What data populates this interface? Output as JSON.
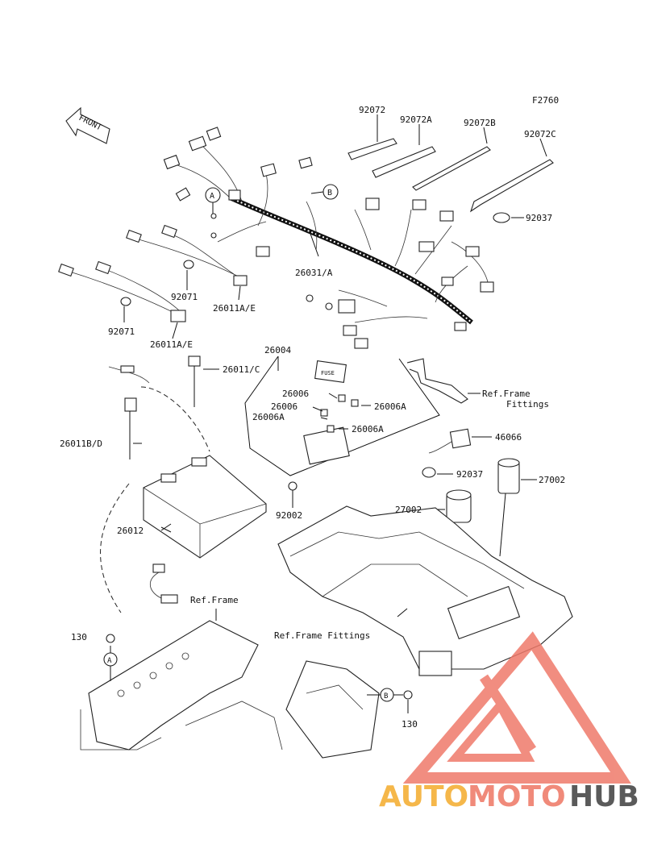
{
  "diagram": {
    "code": "F2760",
    "front_label": "FRONT",
    "part_labels": {
      "p92072": "92072",
      "p92072A": "92072A",
      "p92072B": "92072B",
      "p92072C": "92072C",
      "p92037_top": "92037",
      "p26031A": "26031/A",
      "p92071_a": "92071",
      "p92071_b": "92071",
      "p26011AE_a": "26011A/E",
      "p26011AE_b": "26011A/E",
      "p26011C": "26011/C",
      "p26004": "26004",
      "p26006": "26006",
      "p26006A_1": "26006A",
      "p26006_2": "26006",
      "p26006A_2": "26006A",
      "p26006A_3": "26006A",
      "p26011BD": "26011B/D",
      "p46066": "46066",
      "p92037_mid": "92037",
      "p27002_right": "27002",
      "p27002_left": "27002",
      "p92002": "92002",
      "p26012": "26012",
      "p130_left": "130",
      "p130_right": "130"
    },
    "references": {
      "ref_frame_fittings_1": "Ref.Frame",
      "ref_frame_fittings_2": "Fittings",
      "ref_frame": "Ref.Frame",
      "ref_frame_fittings_bottom": "Ref.Frame Fittings"
    },
    "callouts": {
      "A1": "A",
      "B1": "B",
      "A2": "A",
      "B2": "B"
    },
    "fuse_text": "FUSE"
  },
  "watermark": {
    "text_a": "AUTO",
    "text_b": "MOTO",
    "text_c": "HUB",
    "colors": {
      "auto": "#f5b74a",
      "moto": "#f08a7a",
      "hub": "#5a5a5a",
      "logo": "#ef7a6a"
    }
  }
}
